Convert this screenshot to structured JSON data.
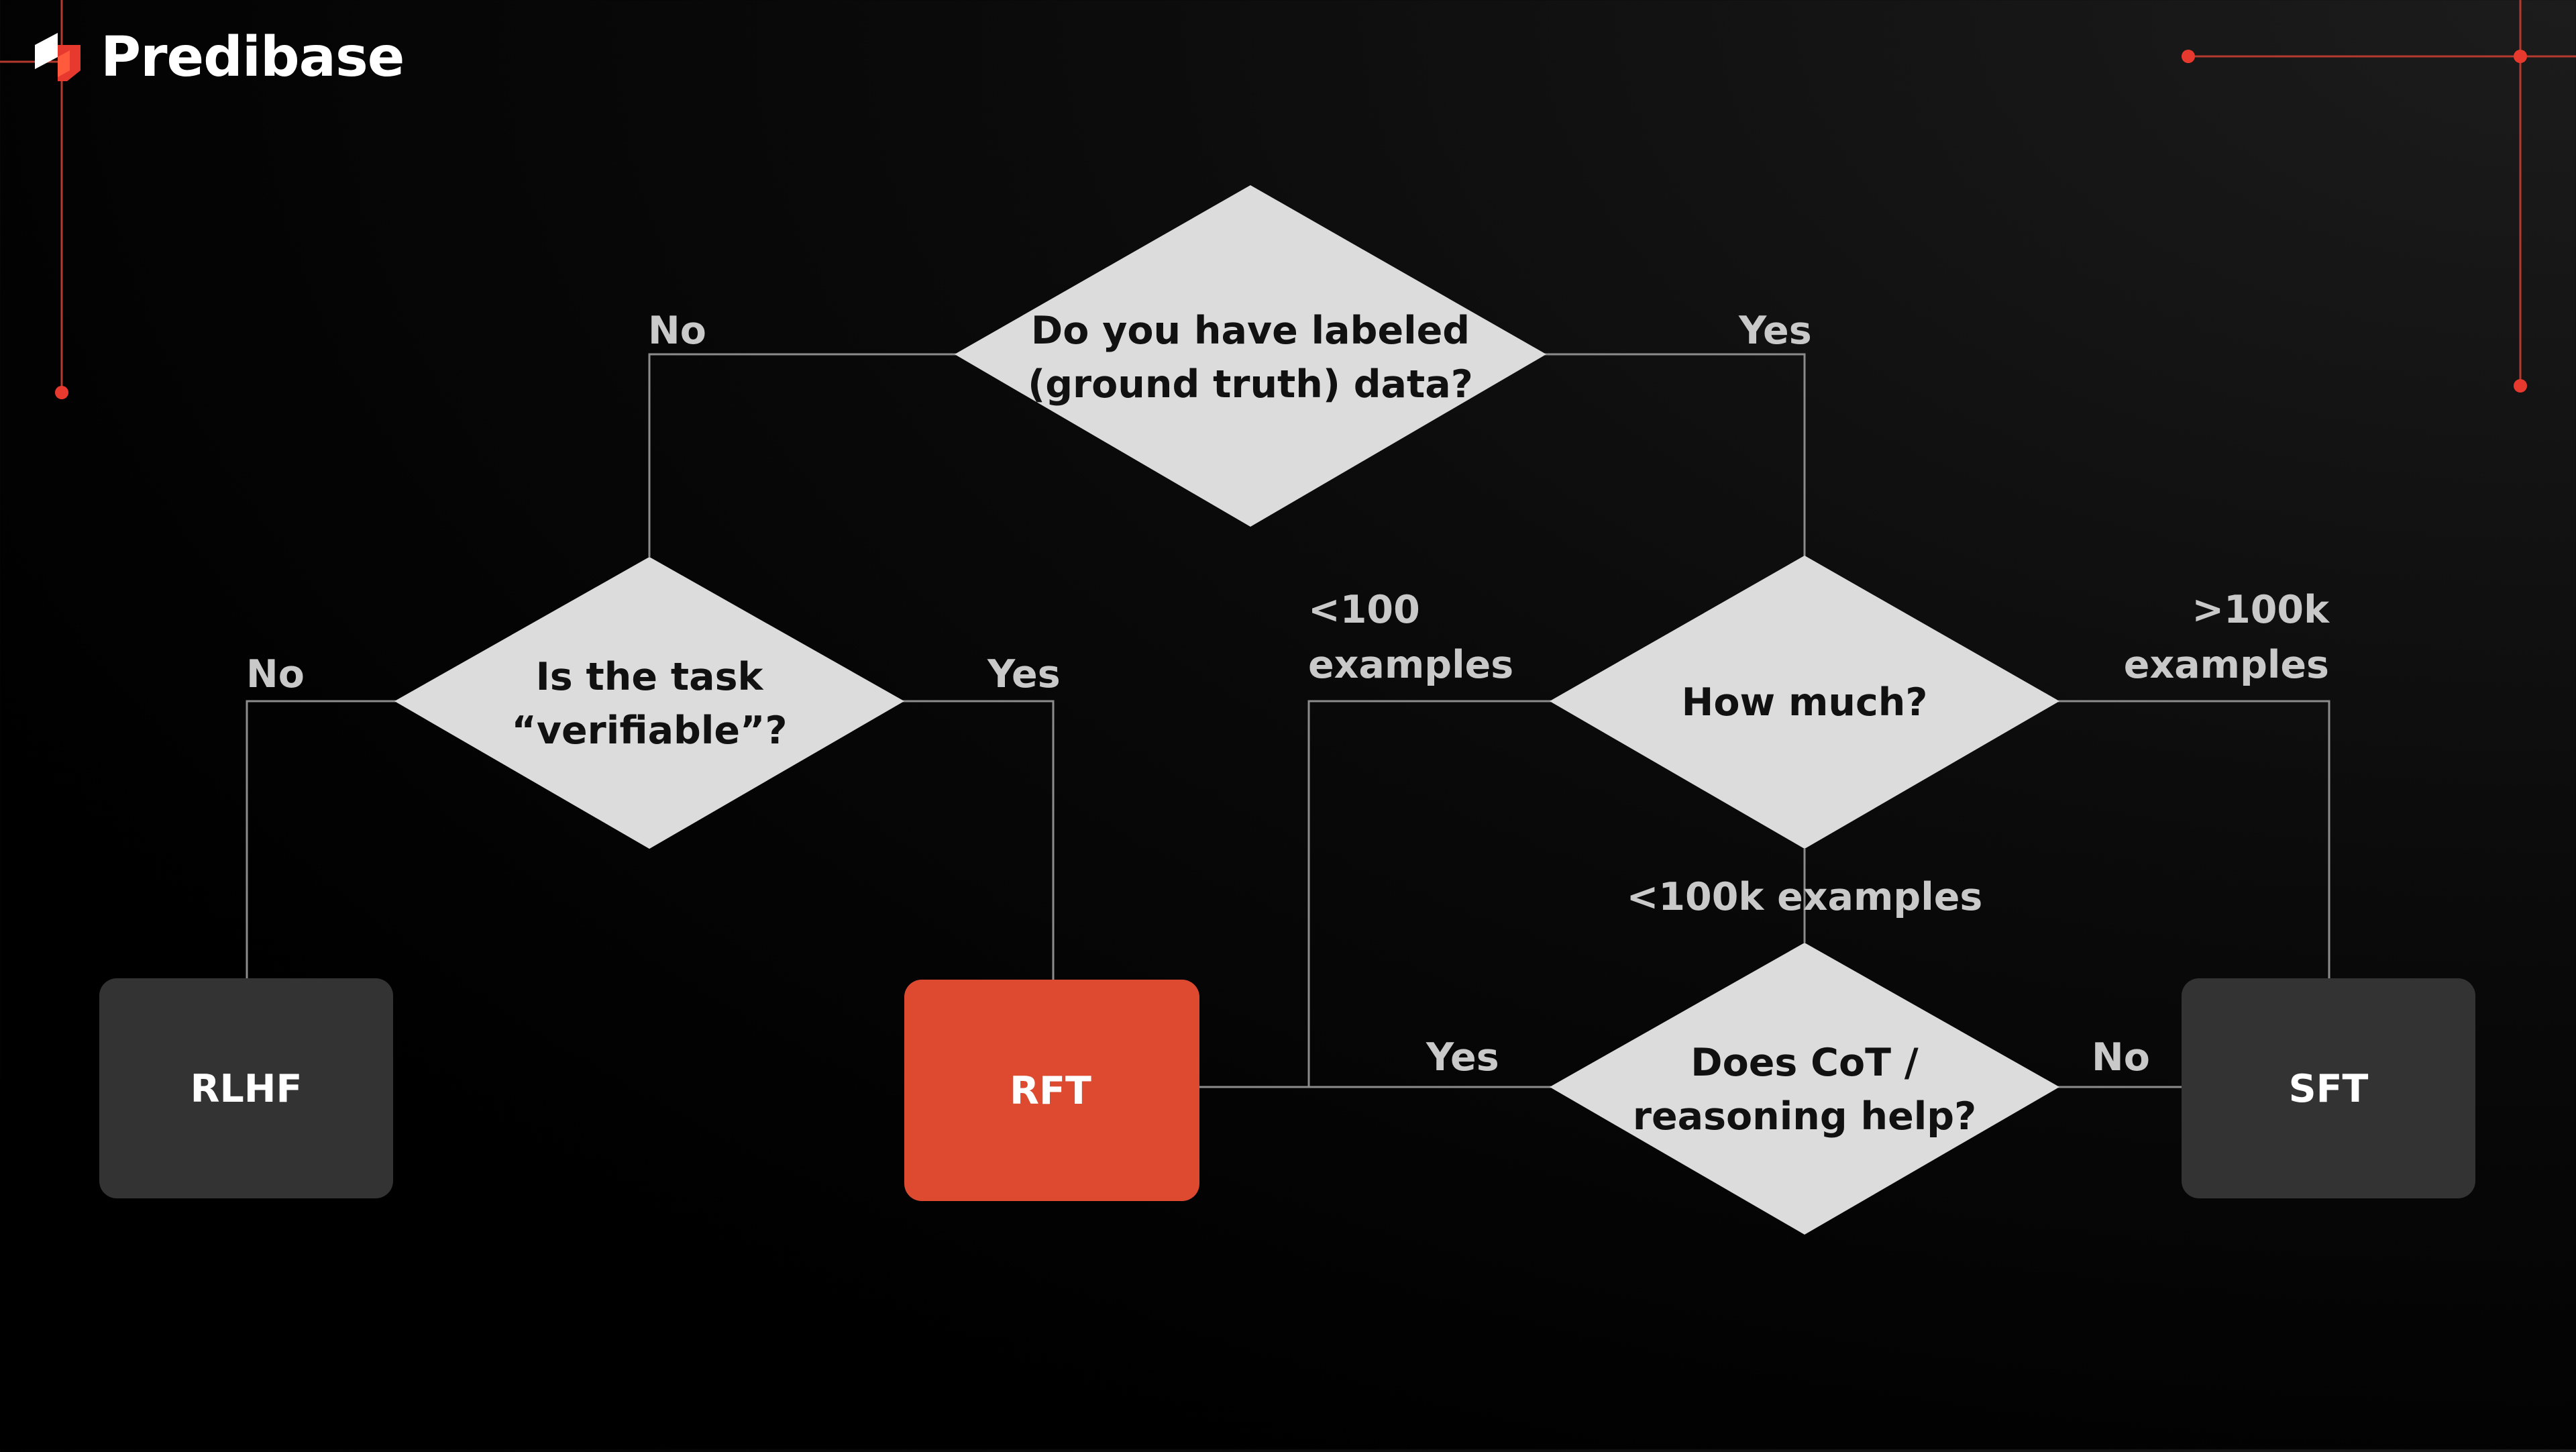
{
  "brand": {
    "name": "Predibase"
  },
  "colors": {
    "background": "#000000",
    "decision": "#dcdcdc",
    "box_dark": "#333333",
    "box_accent": "#dd4a30",
    "accent": "#e8392f"
  },
  "decisions": {
    "labeled_data": [
      "Do you have labeled",
      "(ground truth) data?"
    ],
    "verifiable": [
      "Is the task",
      "“verifiable”?"
    ],
    "how_much": [
      "How much?"
    ],
    "cot": [
      "Does CoT /",
      "reasoning help?"
    ]
  },
  "outcomes": {
    "rlhf": "RLHF",
    "rft": "RFT",
    "sft": "SFT"
  },
  "edge_labels": {
    "labeled_no": "No",
    "labeled_yes": "Yes",
    "verifiable_no": "No",
    "verifiable_yes": "Yes",
    "less_100": [
      "<100",
      "examples"
    ],
    "more_100k": [
      ">100k",
      "examples"
    ],
    "less_100k": "<100k examples",
    "cot_yes": "Yes",
    "cot_no": "No"
  }
}
